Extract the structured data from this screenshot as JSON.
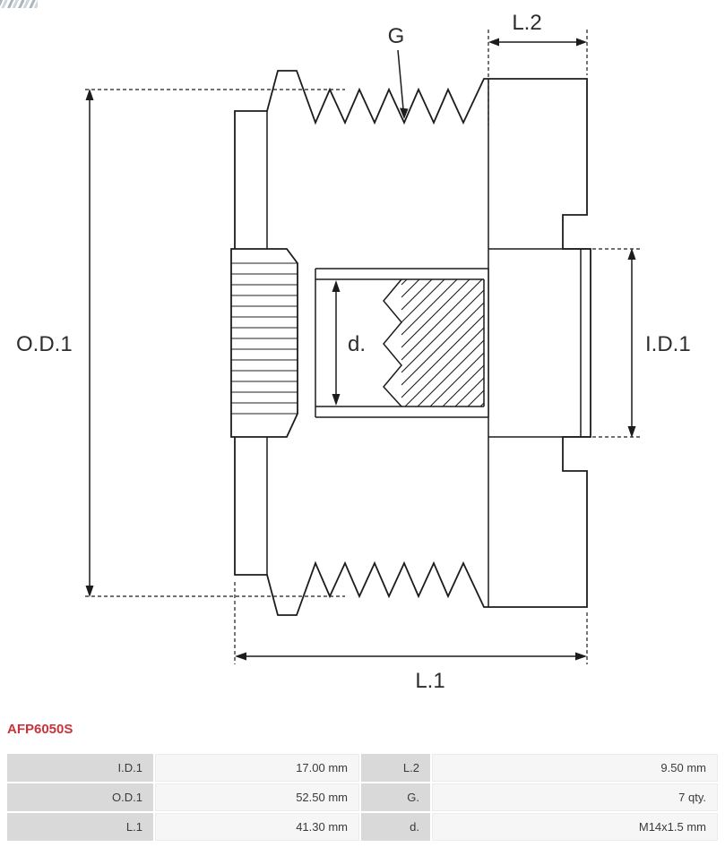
{
  "diagram": {
    "labels": {
      "g": "G",
      "l2": "L.2",
      "od1": "O.D.1",
      "id1": "I.D.1",
      "d": "d.",
      "l1": "L.1"
    }
  },
  "part_number": "AFP6050S",
  "spec_table": {
    "rows": [
      {
        "c1_label": "I.D.1",
        "c1_value": "17.00 mm",
        "c2_label": "L.2",
        "c2_value": "9.50 mm"
      },
      {
        "c1_label": "O.D.1",
        "c1_value": "52.50 mm",
        "c2_label": "G.",
        "c2_value": "7 qty."
      },
      {
        "c1_label": "L.1",
        "c1_value": "41.30 mm",
        "c2_label": "d.",
        "c2_value": "M14x1.5 mm"
      }
    ]
  }
}
